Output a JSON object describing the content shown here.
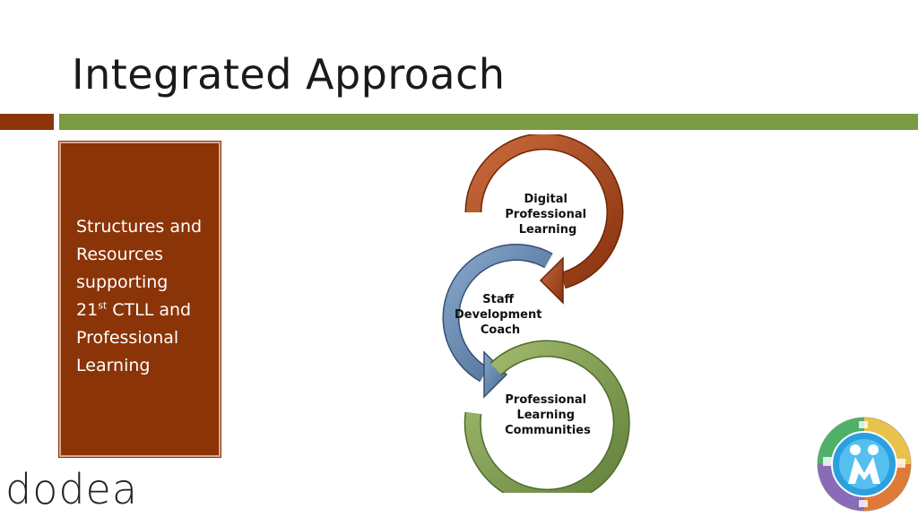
{
  "slide": {
    "title": "Integrated Approach",
    "sidebar_lines": [
      "Structures and",
      "Resources",
      "supporting"
    ],
    "sidebar_ctll_prefix": "21",
    "sidebar_ctll_sup": "st",
    "sidebar_ctll_suffix": " CTLL and",
    "sidebar_lines_after": [
      "Professional",
      "Learning"
    ]
  },
  "diagram": {
    "nodes": [
      {
        "lines": [
          "Digital",
          "Professional",
          "Learning"
        ],
        "color": "#a8481c"
      },
      {
        "lines": [
          "Staff",
          "Development",
          "Coach"
        ],
        "color": "#5b7fa8"
      },
      {
        "lines": [
          "Professional",
          "Learning",
          "Communities"
        ],
        "color": "#7c9a48"
      }
    ]
  },
  "footer": {
    "logo_text": "dodea",
    "seal_icon": "dodea-seal-icon"
  },
  "colors": {
    "rust": "#8b3408",
    "green": "#7a9a43",
    "box_border": "#d9a98e"
  }
}
